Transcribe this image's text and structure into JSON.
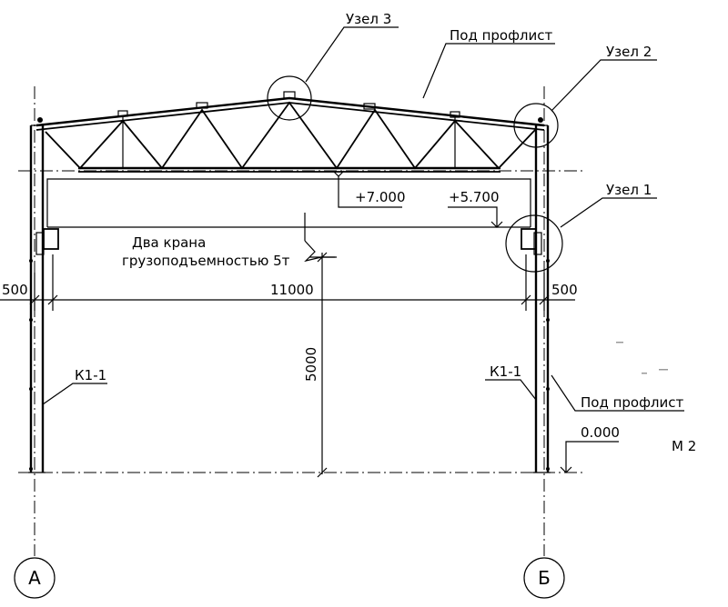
{
  "nodes": {
    "node3": "Узел 3",
    "node2": "Узел 2",
    "node1": "Узел 1"
  },
  "labels": {
    "roof_profile": "Под профлист",
    "wall_profile": "Под профлист",
    "crane_line1": "Два крана",
    "crane_line2": "грузоподъемностью 5т",
    "column_left": "К1-1",
    "column_right": "К1-1",
    "sheet_mark": "М 2"
  },
  "elevations": {
    "truss_bottom": "+7.000",
    "crane_rail": "+5.700",
    "ground": "0.000"
  },
  "dimensions": {
    "left_offset": "500",
    "span": "11000",
    "right_offset": "500",
    "height": "5000"
  },
  "axes": {
    "left": "А",
    "right": "Б"
  }
}
